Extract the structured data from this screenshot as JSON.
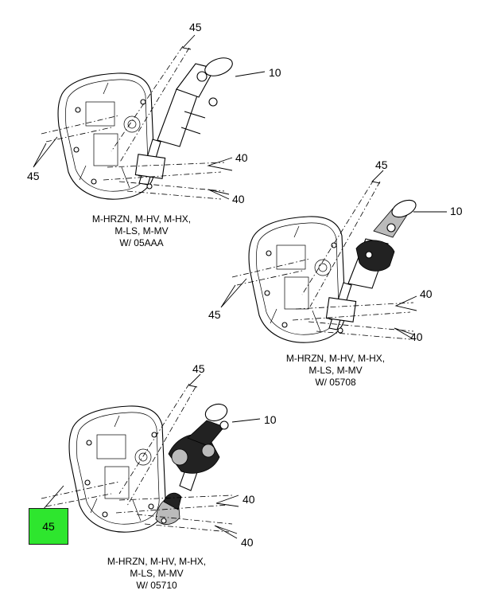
{
  "callouts": {
    "v1_45_top": "45",
    "v1_10": "10",
    "v1_45_left": "45",
    "v1_40_a": "40",
    "v1_40_b": "40",
    "v2_45_top": "45",
    "v2_10": "10",
    "v2_45_left": "45",
    "v2_40_a": "40",
    "v2_40_b": "40",
    "v3_45_top": "45",
    "v3_10": "10",
    "v3_40_a": "40",
    "v3_40_b": "40",
    "v3_45_highlight": "45"
  },
  "captions": {
    "view1": {
      "line1": "M-HRZN, M-HV, M-HX,",
      "line2": "M-LS, M-MV",
      "line3": "W/ 05AAA"
    },
    "view2": {
      "line1": "M-HRZN, M-HV, M-HX,",
      "line2": "M-LS, M-MV",
      "line3": "W/ 05708"
    },
    "view3": {
      "line1": "M-HRZN, M-HV, M-HX,",
      "line2": "M-LS, M-MV",
      "line3": "W/ 05710"
    }
  },
  "colors": {
    "highlight": "#2ee62e",
    "line": "#000000"
  }
}
